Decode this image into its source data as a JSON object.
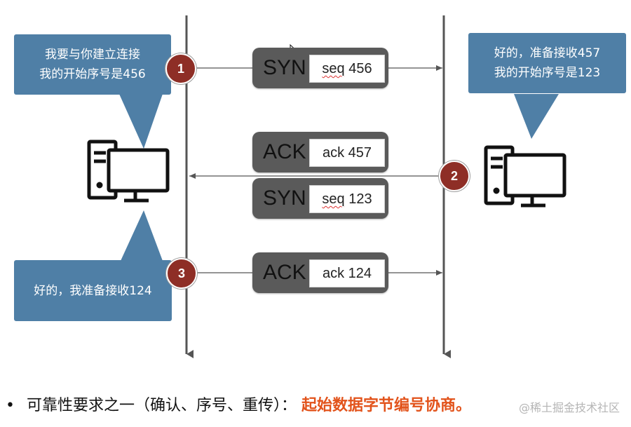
{
  "left_bubble_top": {
    "line1": "我要与你建立连接",
    "line2": "我的开始序号是456"
  },
  "right_bubble_top": {
    "line1": "好的，准备接收457",
    "line2": "我的开始序号是123"
  },
  "left_bubble_bottom": {
    "line1": "好的，我准备接收124"
  },
  "steps": [
    {
      "number": "1"
    },
    {
      "number": "2"
    },
    {
      "number": "3"
    }
  ],
  "messages": [
    {
      "flag": "SYN",
      "field": "seq",
      "value": "456",
      "direction": "left-to-right"
    },
    {
      "flag": "ACK",
      "field": "ack",
      "value": "457",
      "direction": "right-to-left"
    },
    {
      "flag": "SYN",
      "field": "seq",
      "value": "123",
      "direction": "right-to-left"
    },
    {
      "flag": "ACK",
      "field": "ack",
      "value": "124",
      "direction": "left-to-right"
    }
  ],
  "hosts": [
    {
      "icon": "computer-icon",
      "side": "left"
    },
    {
      "icon": "computer-icon",
      "side": "right"
    }
  ],
  "footer": {
    "bullet": "•",
    "text": "可靠性要求之一（确认、序号、重传）：",
    "highlight": "起始数据字节编号协商。"
  },
  "watermark": "@稀土掘金技术社区",
  "colors": {
    "bubble": "#4f7fa6",
    "badge": "#8e2e26",
    "pill": "#5a5a5a",
    "highlight": "#e2531b"
  }
}
